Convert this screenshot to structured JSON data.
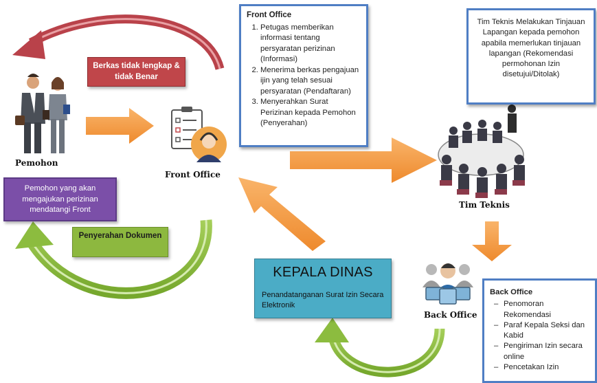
{
  "front_office_box": {
    "title": "Front Office",
    "items": [
      "Petugas memberikan informasi tentang persyaratan perizinan (Informasi)",
      "Menerima berkas pengajuan ijin yang telah sesuai persyaratan (Pendaftaran)",
      "Menyerahkan Surat Perizinan kepada Pemohon  (Penyerahan)"
    ]
  },
  "tim_teknis_box": {
    "text": "Tim  Teknis Melakukan Tinjauan Lapangan kepada pemohon apabila memerlukan tinjauan lapangan (Rekomendasi permohonan Izin disetujui/Ditolak)"
  },
  "back_office_box": {
    "title": "Back Office",
    "items": [
      "Penomoran Rekomendasi",
      "Paraf Kepala Seksi dan Kabid",
      "Pengiriman Izin secara online",
      "Pencetakan Izin"
    ]
  },
  "berkas_box": {
    "text": "Berkas tidak lengkap & tidak Benar"
  },
  "pemohon_box": {
    "text": "Pemohon yang akan mengajukan perizinan mendatangi  Front"
  },
  "penyerahan_box": {
    "text": "Penyerahan Dokumen"
  },
  "kepala_dinas_box": {
    "title": "KEPALA DINAS",
    "text": "Penandatanganan Surat Izin Secara Elektronik"
  },
  "labels": {
    "pemohon": "Pemohon",
    "front_office": "Front Office",
    "tim_teknis": "Tim Teknis",
    "back_office": "Back Office"
  },
  "colors": {
    "orange_arrow": "#f59a45",
    "red_arrow": "#b9424a",
    "green_arrow": "#8cbc3f",
    "red_box": "#c0464a",
    "purple_box": "#7b4fa8",
    "green_box": "#8db83f",
    "kepala_dinas_box": "#4bacc6",
    "box_border": "#4f7ec4"
  }
}
